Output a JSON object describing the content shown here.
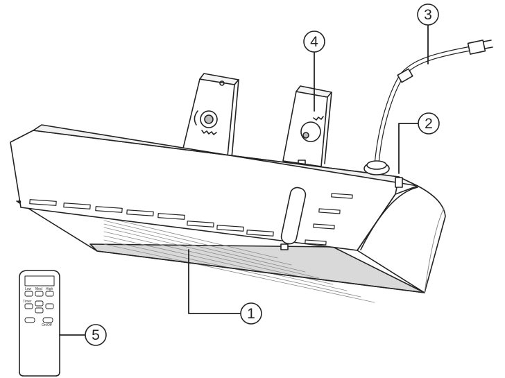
{
  "diagram": {
    "callouts": [
      {
        "id": "1",
        "label": "1"
      },
      {
        "id": "2",
        "label": "2"
      },
      {
        "id": "3",
        "label": "3"
      },
      {
        "id": "4",
        "label": "4"
      },
      {
        "id": "5",
        "label": "5"
      }
    ],
    "remote": {
      "buttons": [
        "Low",
        "Med",
        "High",
        "Timer",
        "On/Off"
      ]
    }
  }
}
